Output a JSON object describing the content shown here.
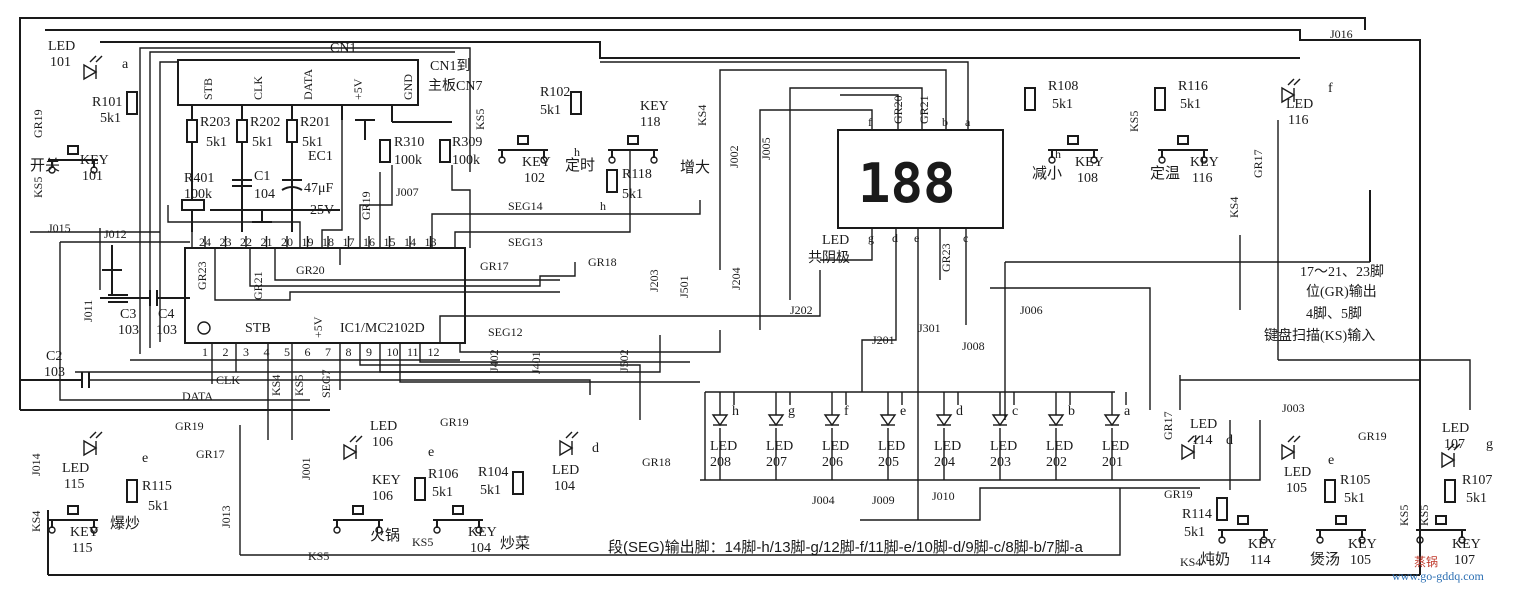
{
  "connector": {
    "name": "CN1",
    "note_line1": "CN1到",
    "note_line2": "主板CN7",
    "pins": [
      "STB",
      "CLK",
      "DATA",
      "+5V",
      "GND"
    ]
  },
  "ic": {
    "name": "IC1/MC2102D",
    "top_pins": [
      "24",
      "23",
      "22",
      "21",
      "20",
      "19",
      "18",
      "17",
      "16",
      "15",
      "14",
      "13"
    ],
    "bottom_pins": [
      "1",
      "2",
      "3",
      "4",
      "5",
      "6",
      "7",
      "8",
      "9",
      "10",
      "11",
      "12"
    ],
    "stb_label": "STB",
    "vcc_label": "+5V"
  },
  "display": {
    "digits": "188",
    "top_pins": [
      "f",
      "GR20",
      "GR21",
      "b",
      "a"
    ],
    "bottom_pins": [
      "g",
      "d",
      "e",
      "GR23",
      "c"
    ],
    "caption_line1": "LED",
    "caption_line2": "共阴极"
  },
  "notes": {
    "gr_line1": "17～21、23脚",
    "gr_line2": "位(GR)输出",
    "ks_line1": "4脚、5脚",
    "ks_line2": "键盘扫描(KS)输入",
    "seg_note": "段(SEG)输出脚：14脚-h/13脚-g/12脚-f/11脚-e/10脚-d/9脚-c/8脚-b/7脚-a",
    "watermark_line1": "蒸锅",
    "watermark_line2": "www.go-gddq.com"
  },
  "keys": [
    {
      "id": "KEY 101",
      "func": "开关"
    },
    {
      "id": "KEY 102",
      "func": "定时"
    },
    {
      "id": "KEY 118",
      "func": "增大"
    },
    {
      "id": "KEY 108",
      "func": "减小"
    },
    {
      "id": "KEY 116",
      "func": "定温"
    },
    {
      "id": "KEY 115",
      "func": "爆炒"
    },
    {
      "id": "KEY 106",
      "func": "火锅"
    },
    {
      "id": "KEY 104",
      "func": "炒菜"
    },
    {
      "id": "KEY 114",
      "func": "炖奶"
    },
    {
      "id": "KEY 105",
      "func": "煲汤"
    },
    {
      "id": "KEY 107",
      "func": ""
    }
  ],
  "resistors": [
    {
      "id": "R101",
      "value": "5k1"
    },
    {
      "id": "R102",
      "value": "5k1"
    },
    {
      "id": "R118",
      "value": "5k1"
    },
    {
      "id": "R108",
      "value": "5k1"
    },
    {
      "id": "R116",
      "value": "5k1"
    },
    {
      "id": "R203",
      "value": "5k1"
    },
    {
      "id": "R202",
      "value": "5k1"
    },
    {
      "id": "R201",
      "value": "5k1"
    },
    {
      "id": "R310",
      "value": "100k"
    },
    {
      "id": "R309",
      "value": "100k"
    },
    {
      "id": "R401",
      "value": "100k"
    },
    {
      "id": "R115",
      "value": "5k1"
    },
    {
      "id": "R106",
      "value": "5k1"
    },
    {
      "id": "R104",
      "value": "5k1"
    },
    {
      "id": "R114",
      "value": "5k1"
    },
    {
      "id": "R105",
      "value": "5k1"
    },
    {
      "id": "R107",
      "value": "5k1"
    }
  ],
  "capacitors": [
    {
      "id": "C1",
      "value": "104"
    },
    {
      "id": "EC1",
      "value": "47μF"
    },
    {
      "id": "EC1_v",
      "value": "25V"
    },
    {
      "id": "C3",
      "value": "103"
    },
    {
      "id": "C4",
      "value": "103"
    },
    {
      "id": "C2",
      "value": "103"
    }
  ],
  "indicator_leds": [
    {
      "id": "LED 101",
      "seg": "a"
    },
    {
      "id": "LED 116",
      "seg": "f"
    },
    {
      "id": "LED 115",
      "seg": "e"
    },
    {
      "id": "LED 106",
      "seg": "e"
    },
    {
      "id": "LED 104",
      "seg": "d"
    },
    {
      "id": "LED 114",
      "seg": "d"
    },
    {
      "id": "LED 105",
      "seg": "e"
    },
    {
      "id": "LED 107",
      "seg": "g"
    }
  ],
  "bar_leds": [
    {
      "id": "LED 208",
      "seg": "h"
    },
    {
      "id": "LED 207",
      "seg": "g"
    },
    {
      "id": "LED 206",
      "seg": "f"
    },
    {
      "id": "LED 205",
      "seg": "e"
    },
    {
      "id": "LED 204",
      "seg": "d"
    },
    {
      "id": "LED 203",
      "seg": "c"
    },
    {
      "id": "LED 202",
      "seg": "b"
    },
    {
      "id": "LED 201",
      "seg": "a"
    }
  ],
  "net_labels": {
    "GR19": "GR19",
    "GR17": "GR17",
    "GR18": "GR18",
    "GR20": "GR20",
    "GR21": "GR21",
    "GR23": "GR23",
    "KS4": "KS4",
    "KS5": "KS5",
    "SEG14": "SEG14",
    "SEG13": "SEG13",
    "SEG12": "SEG12",
    "SEG7": "SEG7",
    "DATA": "DATA",
    "CLK": "CLK",
    "STB": "STB",
    "h": "h"
  },
  "jumpers": [
    "J016",
    "J015",
    "J012",
    "J011",
    "J014",
    "J013",
    "J002",
    "J005",
    "J007",
    "J203",
    "J501",
    "J204",
    "J402",
    "J401",
    "J502",
    "J202",
    "J201",
    "J301",
    "J008",
    "J006",
    "J001",
    "J004",
    "J009",
    "J010",
    "J003"
  ]
}
